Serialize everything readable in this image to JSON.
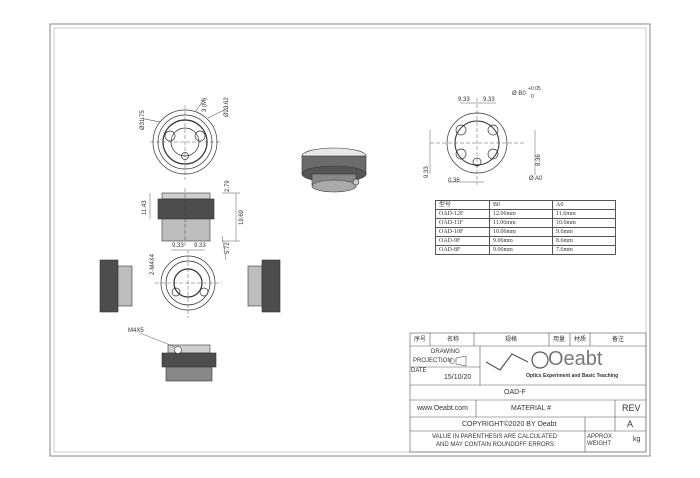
{
  "title_block": {
    "header_cols": [
      "序号",
      "名称",
      "规格",
      "用量",
      "材质",
      "备注"
    ],
    "projection_label_1": "DRAWING",
    "projection_label_2": "PROJECTION",
    "date_label": "DATE",
    "date_value": "15/10/20",
    "logo_text": "Oeabt",
    "logo_tagline": "Optics Experiment and Basic Teaching",
    "part_name": "OAD-F",
    "website": "www.Oeabt.com",
    "material_label": "MATERIAL #",
    "rev_label": "REV",
    "rev_value": "A",
    "copyright": "COPYRIGHT©2020 BY Oeabt",
    "note_line1": "VALUE IN PARENTHESIS ARE CALCULATED",
    "note_line2": "AND MAY CONTAIN ROUNDOFF ERRORS",
    "approx_label": "APPROX",
    "weight_label": "WEIGHT",
    "weight_unit": "kg"
  },
  "dimensions": {
    "d_3175": "Ø31.75",
    "d_2362": "Ø23.62",
    "d_3": "3 (M)",
    "h_1143": "11.43",
    "h_279": "2.79",
    "h_1969": "19.69",
    "h_572": "5.72",
    "w_933a": "9.33",
    "w_933b": "9.33",
    "thread": "2-M4X4",
    "m4x5": "M4X5",
    "r_933a": "9.33",
    "r_933b": "9.33",
    "r_b0": "Ø B0",
    "r_tol_plus": "+0.05",
    "r_tol_zero": "0",
    "r_836": "8.36",
    "r_933c": "9.33",
    "r_036": "0.36",
    "r_a0": "Ø A0"
  },
  "spec_table": {
    "headers": [
      "型号",
      "B0",
      "A0"
    ],
    "rows": [
      [
        "OAD-12F",
        "12.06mm",
        "11.6mm"
      ],
      [
        "OAD-11F",
        "11.06mm",
        "10.6mm"
      ],
      [
        "OAD-10F",
        "10.06mm",
        "9.6mm"
      ],
      [
        "OAD-9F",
        "9.06mm",
        "8.6mm"
      ],
      [
        "OAD-8F",
        "9.06mm",
        "7.6mm"
      ]
    ]
  }
}
